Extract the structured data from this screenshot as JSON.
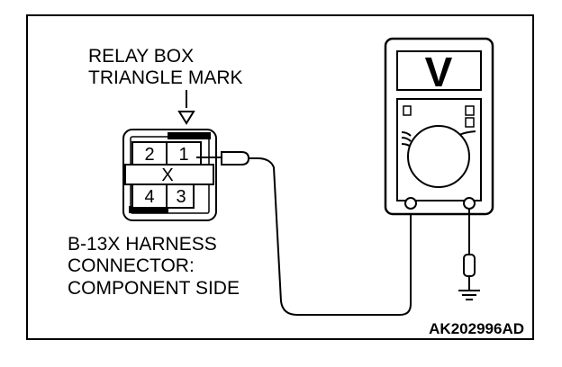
{
  "relay_label": {
    "line1": "RELAY BOX",
    "line2": "TRIANGLE MARK"
  },
  "connector": {
    "pins": {
      "p1": "1",
      "p2": "2",
      "p3": "3",
      "p4": "4",
      "center": "X"
    }
  },
  "harness_label": {
    "line1": "B-13X HARNESS",
    "line2": "CONNECTOR:",
    "line3": "COMPONENT SIDE"
  },
  "meter": {
    "display_symbol": "V"
  },
  "figure_code": "AK202996AD"
}
